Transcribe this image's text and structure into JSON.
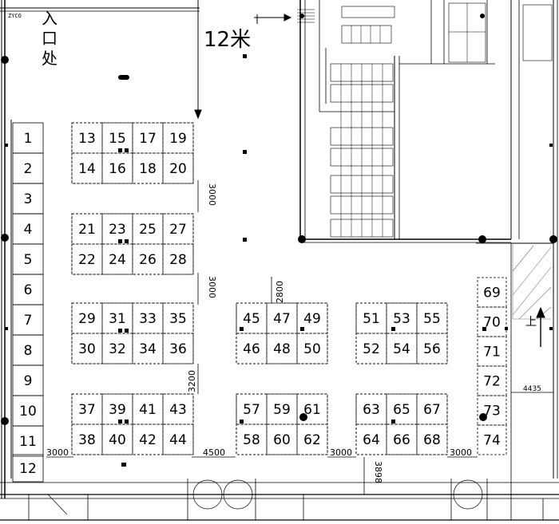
{
  "corner_label": "ZYCO",
  "entrance_label": [
    "入",
    "口",
    "处"
  ],
  "walkway_label": "12米",
  "stairs_label": "上",
  "dimensions": {
    "gap_3000_col1": "3000",
    "gap_3000_col2": "3000",
    "gap_2800": "2800",
    "gap_3200": "3200",
    "bottom_3000_left": "3000",
    "bottom_4500": "4500",
    "bottom_3000_mid": "3000",
    "bottom_3898": "3898",
    "bottom_3000_right": "3000",
    "right_4435": "4435"
  },
  "booths": {
    "left_column": [
      "1",
      "2",
      "3",
      "4",
      "5",
      "6",
      "7",
      "8",
      "9",
      "10",
      "11",
      "12"
    ],
    "block_a": [
      [
        "13",
        "15",
        "17",
        "19"
      ],
      [
        "14",
        "16",
        "18",
        "20"
      ]
    ],
    "block_b": [
      [
        "21",
        "23",
        "25",
        "27"
      ],
      [
        "22",
        "24",
        "26",
        "28"
      ]
    ],
    "block_c": [
      [
        "29",
        "31",
        "33",
        "35"
      ],
      [
        "30",
        "32",
        "34",
        "36"
      ]
    ],
    "block_d": [
      [
        "37",
        "39",
        "41",
        "43"
      ],
      [
        "38",
        "40",
        "42",
        "44"
      ]
    ],
    "block_e": [
      [
        "45",
        "47",
        "49"
      ],
      [
        "46",
        "48",
        "50"
      ]
    ],
    "block_f": [
      [
        "57",
        "59",
        "61"
      ],
      [
        "58",
        "60",
        "62"
      ]
    ],
    "block_g": [
      [
        "51",
        "53",
        "55"
      ],
      [
        "52",
        "54",
        "56"
      ]
    ],
    "block_h": [
      [
        "63",
        "65",
        "67"
      ],
      [
        "64",
        "66",
        "68"
      ]
    ],
    "right_column": [
      "69",
      "70",
      "71",
      "72",
      "73",
      "74"
    ]
  }
}
